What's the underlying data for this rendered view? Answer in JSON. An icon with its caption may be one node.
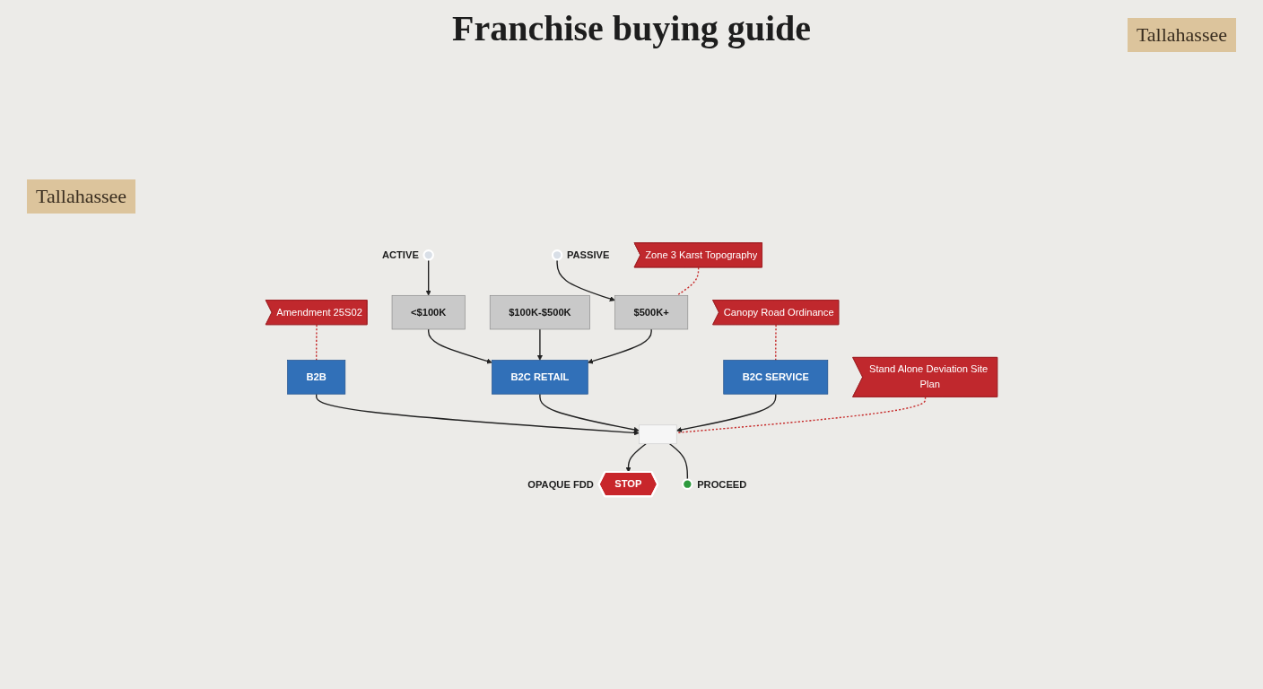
{
  "diagram": {
    "title": "Franchise buying guide",
    "nodes": [
      {
        "text": [],
        "shape": "person",
        "beside": [
          "ACTIVE"
        ]
      },
      {
        "text": [],
        "shape": "person",
        "beside": [
          "PASSIVE"
        ]
      },
      {
        "text": [
          "<$100K"
        ]
      },
      {
        "text": [
          "$100K-$500K"
        ]
      },
      {
        "text": [
          "$500K+"
        ]
      },
      {
        "text": [
          "Zone 3 Karst Topography"
        ]
      },
      {
        "text": [
          "Amendment 25S02"
        ]
      },
      {
        "text": [
          "B2B"
        ]
      },
      {
        "text": [
          "B2C RETAIL"
        ]
      },
      {
        "text": [
          "B2C SERVICE"
        ]
      },
      {
        "text": [
          "Canopy Road Ordinance"
        ]
      },
      {
        "text": [],
        "shape": "box"
      },
      {
        "text": [
          "STOP"
        ],
        "beside": [
          "OPAQUE FDD"
        ]
      },
      {
        "text": [
          "Stand Alone Deviation Site Plan"
        ]
      },
      {
        "text": [],
        "shape": "circle",
        "beside": [
          "PROCEED"
        ]
      }
    ],
    "edges": [
      {
        "from": 0,
        "to": 2,
        "arrow": "to"
      },
      {
        "from": 1,
        "to": 4,
        "arrow": "to"
      },
      {
        "from": 5,
        "to": 4,
        "arrow": "none",
        "style": "dashed",
        "color": "#c62828"
      },
      {
        "from": 2,
        "to": 8,
        "arrow": "to"
      },
      {
        "from": 3,
        "to": 8,
        "arrow": "to"
      },
      {
        "from": 4,
        "to": 8,
        "arrow": "to"
      },
      {
        "from": 6,
        "to": 7,
        "arrow": "none",
        "style": "dashed",
        "color": "#c62828"
      },
      {
        "from": 10,
        "to": 9,
        "arrow": "none",
        "style": "dashed",
        "color": "#c62828"
      },
      {
        "from": 7,
        "to": 11,
        "arrow": "to"
      },
      {
        "from": 8,
        "to": 11,
        "arrow": "to"
      },
      {
        "from": 9,
        "to": 11,
        "arrow": "to"
      },
      {
        "from": 13,
        "to": 11,
        "arrow": "none",
        "style": "dashed",
        "color": "#c62828"
      },
      {
        "from": 11,
        "to": 12,
        "arrow": "to"
      },
      {
        "from": 11,
        "to": 14,
        "arrow": "none"
      }
    ],
    "labels": [
      "Tallahassee",
      "Tallahassee"
    ]
  }
}
